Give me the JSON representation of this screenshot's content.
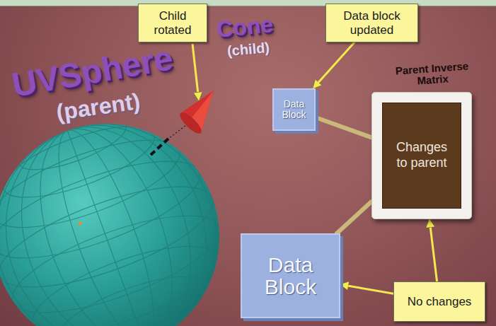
{
  "diagram": {
    "nodes": [
      {
        "text": [
          "Child rotated"
        ]
      },
      {
        "text": [
          "Data block updated"
        ]
      },
      {
        "text": [
          "Parent Inverse Matrix",
          "Changes to parent"
        ]
      },
      {
        "text": [
          "Data Block"
        ]
      },
      {
        "text": [
          "Data Block"
        ]
      },
      {
        "text": [
          "No changes"
        ]
      }
    ],
    "edges": [
      {
        "from": 1,
        "to": 3,
        "arrow": "to"
      },
      {
        "from": 3,
        "to": 2,
        "arrow": "none"
      },
      {
        "from": 2,
        "to": 4,
        "arrow": "none"
      },
      {
        "from": 5,
        "to": 4,
        "arrow": "to"
      },
      {
        "from": 5,
        "to": 2,
        "arrow": "to"
      }
    ],
    "labels": [
      "UVSphere",
      "(parent)",
      "Cone",
      "(child)"
    ]
  }
}
